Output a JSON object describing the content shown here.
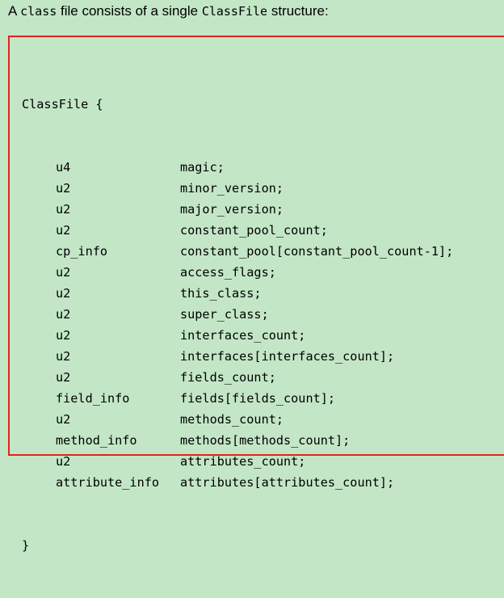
{
  "intro": {
    "prefix": "A ",
    "class_term": "class",
    "middle": " file consists of a single ",
    "struct_term": "ClassFile",
    "suffix": " structure:"
  },
  "code": {
    "open": "ClassFile {",
    "close": "}",
    "fields": [
      {
        "type": "u4",
        "member": "magic;"
      },
      {
        "type": "u2",
        "member": "minor_version;"
      },
      {
        "type": "u2",
        "member": "major_version;"
      },
      {
        "type": "u2",
        "member": "constant_pool_count;"
      },
      {
        "type": "cp_info",
        "member": "constant_pool[constant_pool_count-1];"
      },
      {
        "type": "u2",
        "member": "access_flags;"
      },
      {
        "type": "u2",
        "member": "this_class;"
      },
      {
        "type": "u2",
        "member": "super_class;"
      },
      {
        "type": "u2",
        "member": "interfaces_count;"
      },
      {
        "type": "u2",
        "member": "interfaces[interfaces_count];"
      },
      {
        "type": "u2",
        "member": "fields_count;"
      },
      {
        "type": "field_info",
        "member": "fields[fields_count];"
      },
      {
        "type": "u2",
        "member": "methods_count;"
      },
      {
        "type": "method_info",
        "member": "methods[methods_count];"
      },
      {
        "type": "u2",
        "member": "attributes_count;"
      },
      {
        "type": "attribute_info",
        "member": "attributes[attributes_count];"
      }
    ]
  },
  "colors": {
    "background": "#c3e6c7",
    "box_border": "#e0241e",
    "text": "#000000"
  }
}
